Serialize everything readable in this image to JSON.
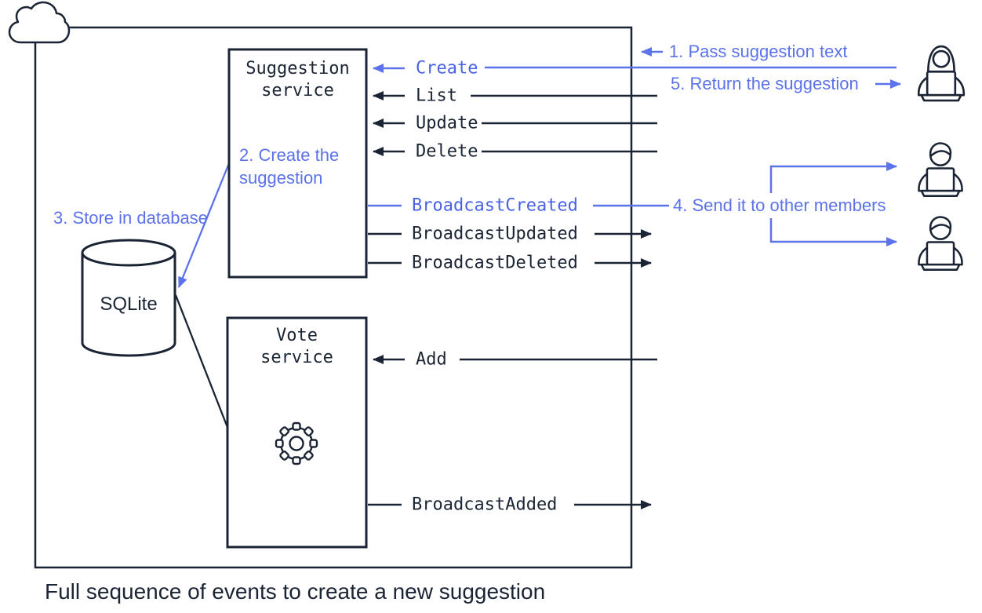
{
  "title": "Full sequence of events to create a new suggestion",
  "colors": {
    "dark": "#1b2434",
    "method_blue": "#4a63e4",
    "annotation_blue": "#5b72ea",
    "background": "#ffffff"
  },
  "boxes": {
    "suggestion_service": {
      "title_line1": "Suggestion",
      "title_line2": "service"
    },
    "vote_service": {
      "title_line1": "Vote",
      "title_line2": "service"
    },
    "database": {
      "label": "SQLite"
    }
  },
  "methods": {
    "create": "Create",
    "list": "List",
    "update": "Update",
    "delete": "Delete",
    "broadcast_created": "BroadcastCreated",
    "broadcast_updated": "BroadcastUpdated",
    "broadcast_deleted": "BroadcastDeleted",
    "add": "Add",
    "broadcast_added": "BroadcastAdded"
  },
  "steps": {
    "step1": "1. Pass suggestion text",
    "step2_line1": "2. Create the",
    "step2_line2": "suggestion",
    "step3": "3. Store in database",
    "step4": "4. Send it to other members",
    "step5": "5. Return the suggestion"
  },
  "caption": "Full sequence of events to create a new suggestion",
  "icons": {
    "cloud": "cloud-icon",
    "database": "database-cylinder-icon",
    "gear": "gear-icon",
    "user": "person-at-laptop-icon",
    "member1": "person-at-laptop-icon",
    "member2": "person-at-laptop-icon"
  }
}
